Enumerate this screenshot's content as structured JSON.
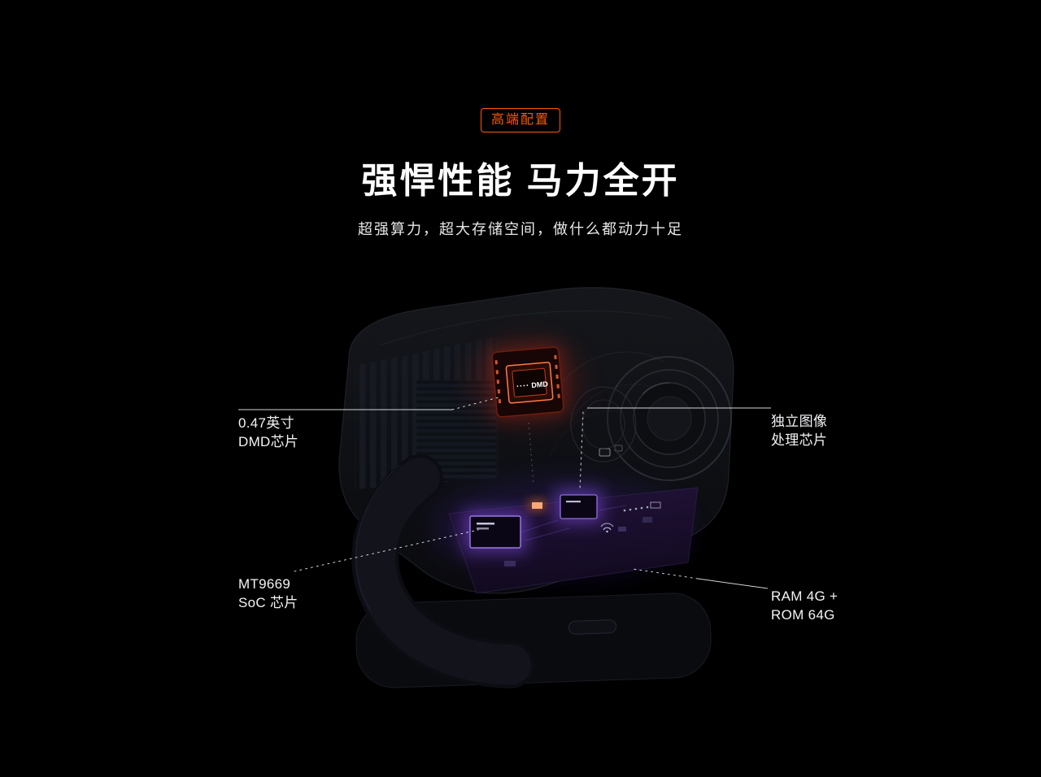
{
  "page": {
    "background": "#000000",
    "accent": "#ff5a00",
    "text_primary": "#ffffff"
  },
  "header": {
    "badge": "高端配置",
    "title": "强悍性能 马力全开",
    "subtitle": "超强算力，超大存储空间，做什么都动力十足"
  },
  "illustration": {
    "dmd_chip_label": "DMD"
  },
  "callouts": {
    "dmd": {
      "line1": "0.47英寸",
      "line2": "DMD芯片"
    },
    "image_chip": {
      "line1": "独立图像",
      "line2": "处理芯片"
    },
    "soc": {
      "line1": "MT9669",
      "line2": "SoC 芯片"
    },
    "ram": {
      "line1": "RAM 4G +",
      "line2": "ROM 64G"
    }
  }
}
